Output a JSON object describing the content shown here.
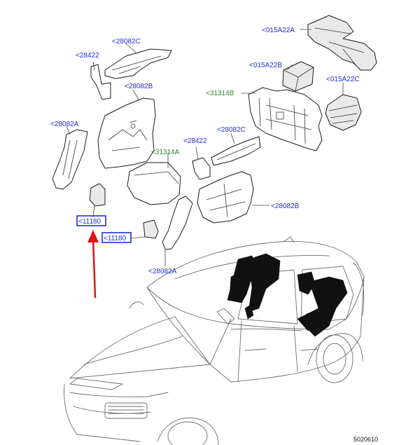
{
  "labels": {
    "l_015A22A": "<015A22A",
    "l_015A22B": "<015A22B",
    "l_015A22C": "<015A22C",
    "l_28082C_top": "<28082C",
    "l_28422_top": "<28422",
    "l_28082B_top": "<28082B",
    "l_31314B": "<31314B",
    "l_28082A_left": "<28082A",
    "l_28422_mid": "<28422",
    "l_28082C_mid": "<28082C",
    "l_31314A": "<31314A",
    "l_28082B_right": "<28082B",
    "l_11180_a": "<11180",
    "l_11180_b": "<11180",
    "l_28082A_bottom": "<28082A"
  },
  "colors": {
    "label_blue": "#1f2fd6",
    "label_green": "#2a8a2a",
    "arrow_red": "#e01414"
  },
  "footer": {
    "ref": "5020610"
  }
}
